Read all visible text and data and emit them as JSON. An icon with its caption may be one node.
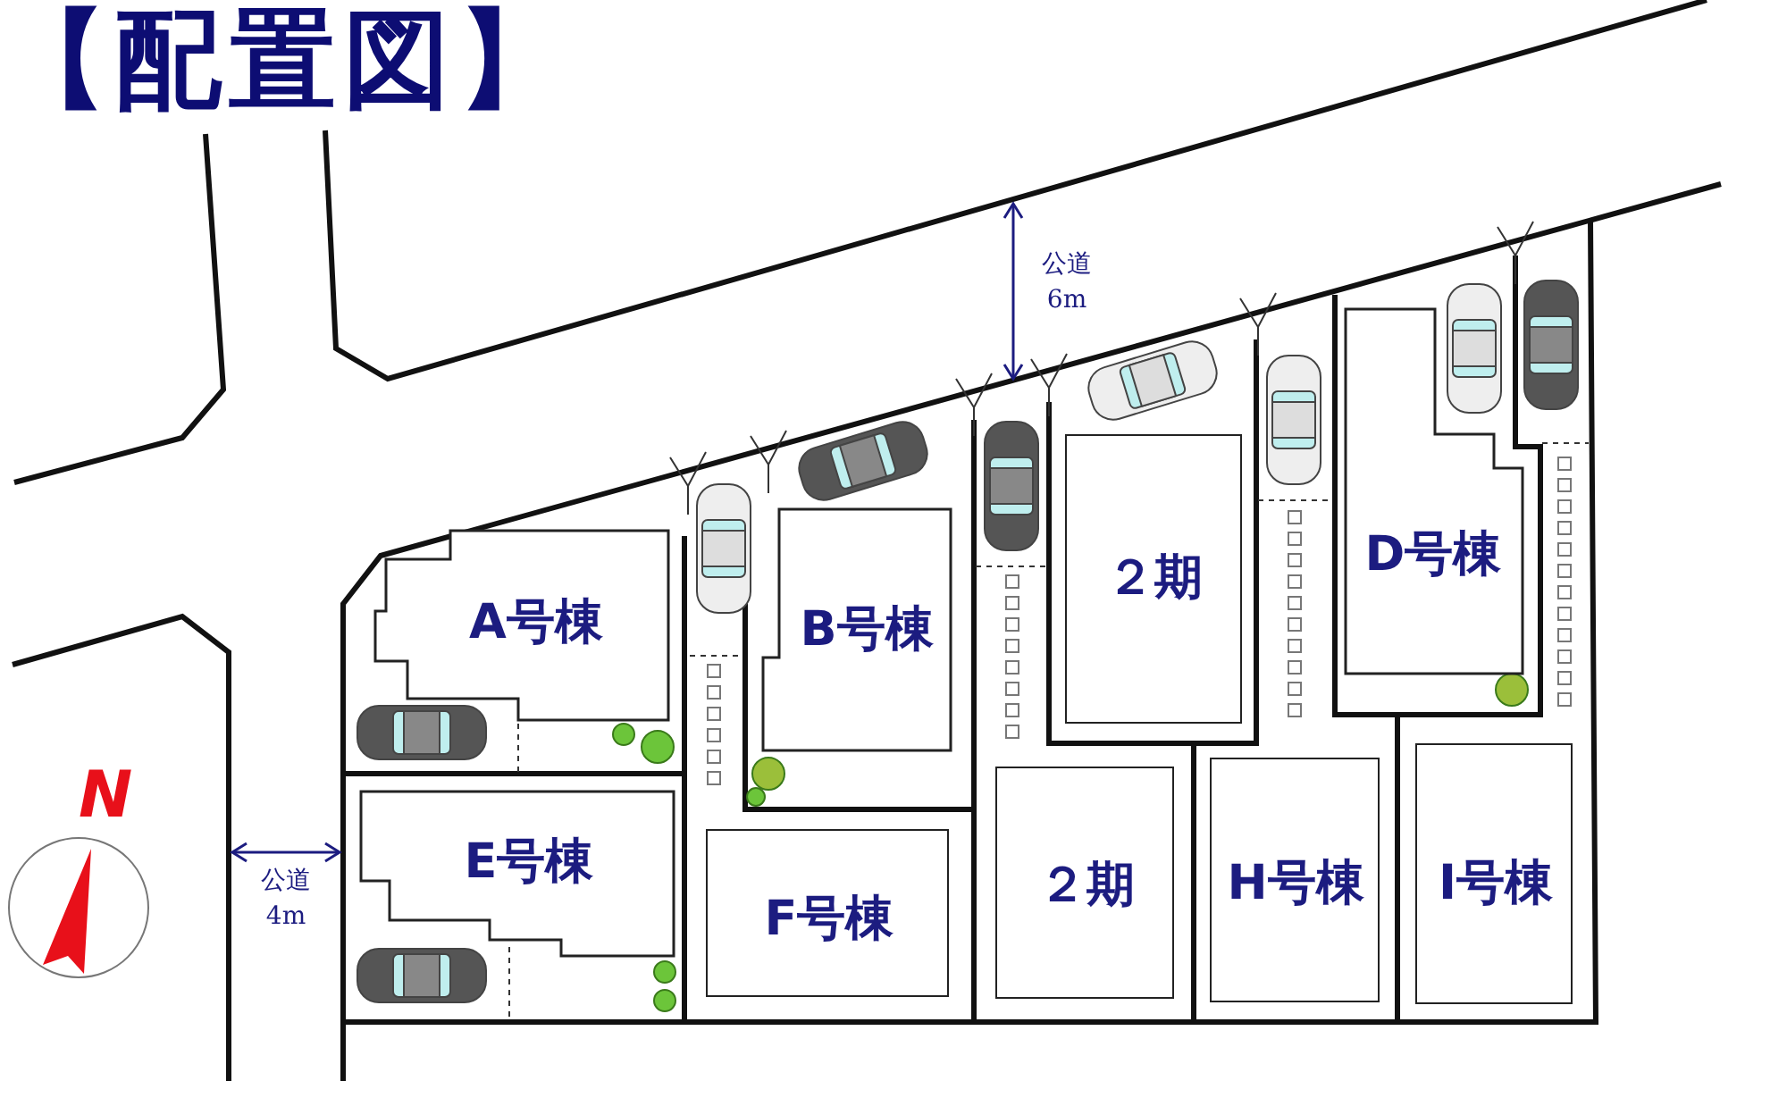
{
  "diagram": {
    "title": "【配置図】",
    "nodes": [
      {
        "text": [
          "A号棟"
        ]
      },
      {
        "text": [
          "B号棟"
        ]
      },
      {
        "text": [
          "２期"
        ]
      },
      {
        "text": [
          "D号棟"
        ]
      },
      {
        "text": [
          "E号棟"
        ]
      },
      {
        "text": [
          "F号棟"
        ]
      },
      {
        "text": [
          "２期"
        ]
      },
      {
        "text": [
          "H号棟"
        ]
      },
      {
        "text": [
          "I号棟"
        ]
      }
    ],
    "labels": [
      "公道 6m",
      "公道 4m",
      "N"
    ]
  }
}
